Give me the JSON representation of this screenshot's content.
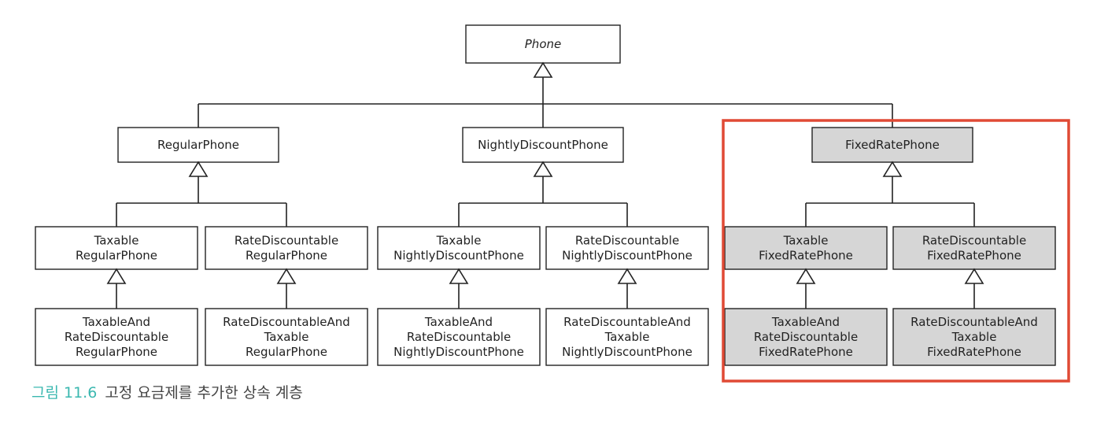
{
  "diagram": {
    "root": "Phone",
    "level1": [
      "RegularPhone",
      "NightlyDiscountPhone",
      "FixedRatePhone"
    ],
    "level2": [
      [
        "Taxable",
        "RegularPhone"
      ],
      [
        "RateDiscountable",
        "RegularPhone"
      ],
      [
        "Taxable",
        "NightlyDiscountPhone"
      ],
      [
        "RateDiscountable",
        "NightlyDiscountPhone"
      ],
      [
        "Taxable",
        "FixedRatePhone"
      ],
      [
        "RateDiscountable",
        "FixedRatePhone"
      ]
    ],
    "level3": [
      [
        "TaxableAnd",
        "RateDiscountable",
        "RegularPhone"
      ],
      [
        "RateDiscountableAnd",
        "Taxable",
        "RegularPhone"
      ],
      [
        "TaxableAnd",
        "RateDiscountable",
        "NightlyDiscountPhone"
      ],
      [
        "RateDiscountableAnd",
        "Taxable",
        "NightlyDiscountPhone"
      ],
      [
        "TaxableAnd",
        "RateDiscountable",
        "FixedRatePhone"
      ],
      [
        "RateDiscountableAnd",
        "Taxable",
        "FixedRatePhone"
      ]
    ]
  },
  "caption": {
    "figure": "그림 11.6",
    "text": "고정 요금제를 추가한 상속 계층"
  },
  "colors": {
    "highlight": "#e04a35",
    "shaded_box": "#d6d6d6",
    "caption_figure": "#3bb8b0"
  }
}
